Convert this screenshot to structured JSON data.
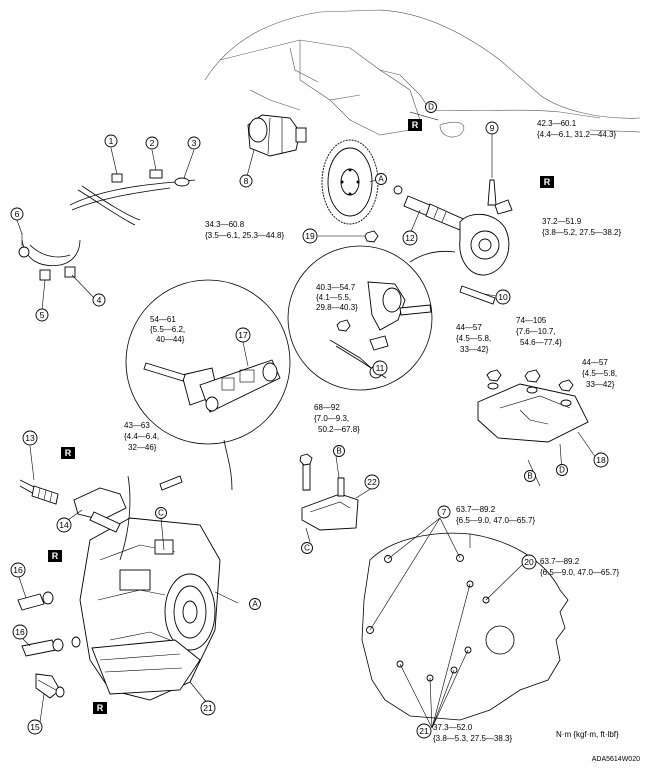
{
  "callouts": {
    "c1": "1",
    "c2": "2",
    "c3": "3",
    "c4": "4",
    "c5": "5",
    "c6": "6",
    "c7": "7",
    "c8": "8",
    "c9": "9",
    "c10": "10",
    "c11": "11",
    "c12": "12",
    "c13": "13",
    "c14": "14",
    "c15": "15",
    "c16a": "16",
    "c16b": "16",
    "c17": "17",
    "c18": "18",
    "c19": "19",
    "c20": "20",
    "c21a": "21",
    "c21b": "21",
    "c22": "22"
  },
  "letters": {
    "A1": "A",
    "A2": "A",
    "B1": "B",
    "B2": "B",
    "C1": "C",
    "C2": "C",
    "D1": "D",
    "D2": "D"
  },
  "replace_mark": "R",
  "torques": {
    "t_9_l1": "42.3—60.1",
    "t_9_l2": "{4.4—6.1, 31.2—44.3}",
    "t_right_l1": "37.2—51.9",
    "t_right_l2": "{3.8—5.2, 27.5—38.2}",
    "t_19_l1": "34.3—60.8",
    "t_19_l2": "{3.5—6.1, 25.3—44.8}",
    "t_11_l1": "40.3—54.7",
    "t_11_l2": "{4.1—5.5,",
    "t_11_l3": "29.8—40.3}",
    "t_17_l1": "54—61",
    "t_17_l2": "{5.5—6.2,",
    "t_17_l3": "40—44}",
    "t_m1_l1": "44—57",
    "t_m1_l2": "{4.5—5.8,",
    "t_m1_l3": "33—42}",
    "t_m2_l1": "74—105",
    "t_m2_l2": "{7.6—10.7,",
    "t_m2_l3": "54.6—77.4}",
    "t_m3_l1": "44—57",
    "t_m3_l2": "{4.5—5.8,",
    "t_m3_l3": "33—42}",
    "t_14_l1": "43—63",
    "t_14_l2": "{4.4—6.4,",
    "t_14_l3": "32—46}",
    "t_22_l1": "68—92",
    "t_22_l2": "{7.0—9.3,",
    "t_22_l3": "50.2—67.8}",
    "t_7_l1": "63.7—89.2",
    "t_7_l2": "{6.5—9.0, 47.0—65.7}",
    "t_20_l1": "63.7—89.2",
    "t_20_l2": "{6.5—9.0, 47.0—65.7}",
    "t_21_l1": "37.3—52.0",
    "t_21_l2": "{3.8—5.3, 27.5—38.3}"
  },
  "units_note": "N·m {kgf·m, ft·lbf}",
  "figure_code": "ADA5614W020"
}
